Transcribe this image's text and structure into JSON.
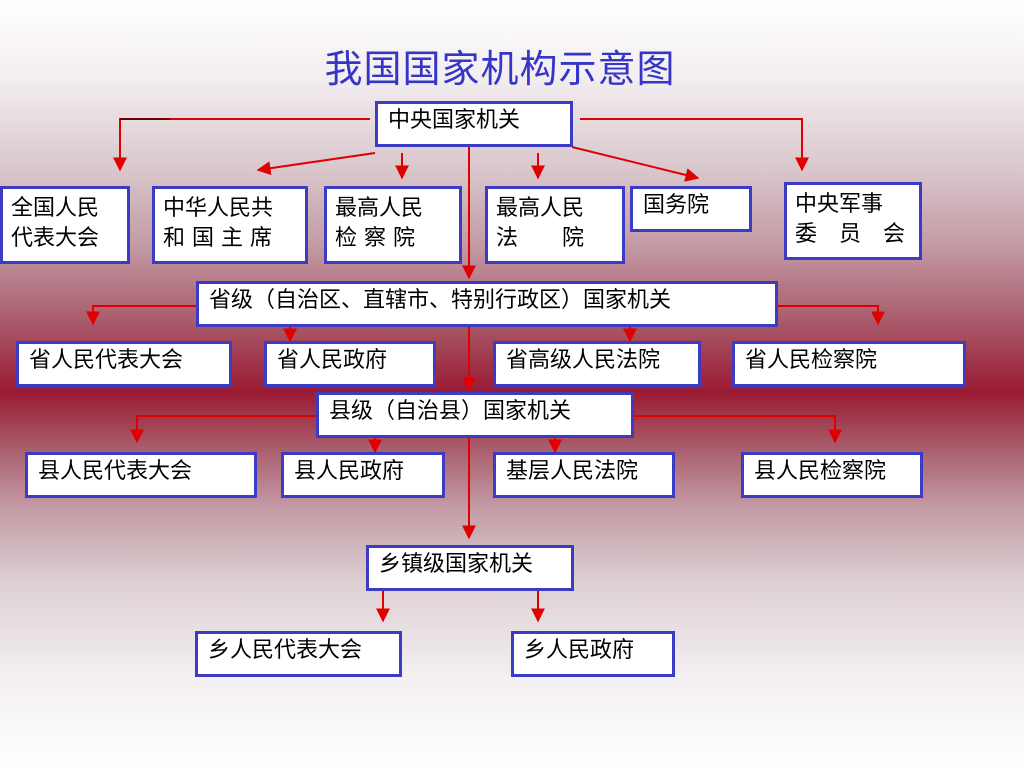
{
  "title": "我国国家机构示意图",
  "central": {
    "label": "中央国家机关",
    "children": [
      "全国人民\n代表大会",
      "中华人民共\n和 国 主 席",
      "最高人民\n检 察 院",
      "最高人民\n法　　院",
      "国务院",
      "中央军事\n委　员　会"
    ]
  },
  "provincial": {
    "label": "省级（自治区、直辖市、特别行政区）国家机关",
    "children": [
      "省人民代表大会",
      "省人民政府",
      "省高级人民法院",
      "省人民检察院"
    ]
  },
  "county": {
    "label": "县级（自治县）国家机关",
    "children": [
      "县人民代表大会",
      "县人民政府",
      "基层人民法院",
      "县人民检察院"
    ]
  },
  "township": {
    "label": "乡镇级国家机关",
    "children": [
      "乡人民代表大会",
      "乡人民政府"
    ]
  },
  "colors": {
    "box_border": "#3b3bc4",
    "arrow": "#e00000",
    "title": "#3535c8"
  }
}
